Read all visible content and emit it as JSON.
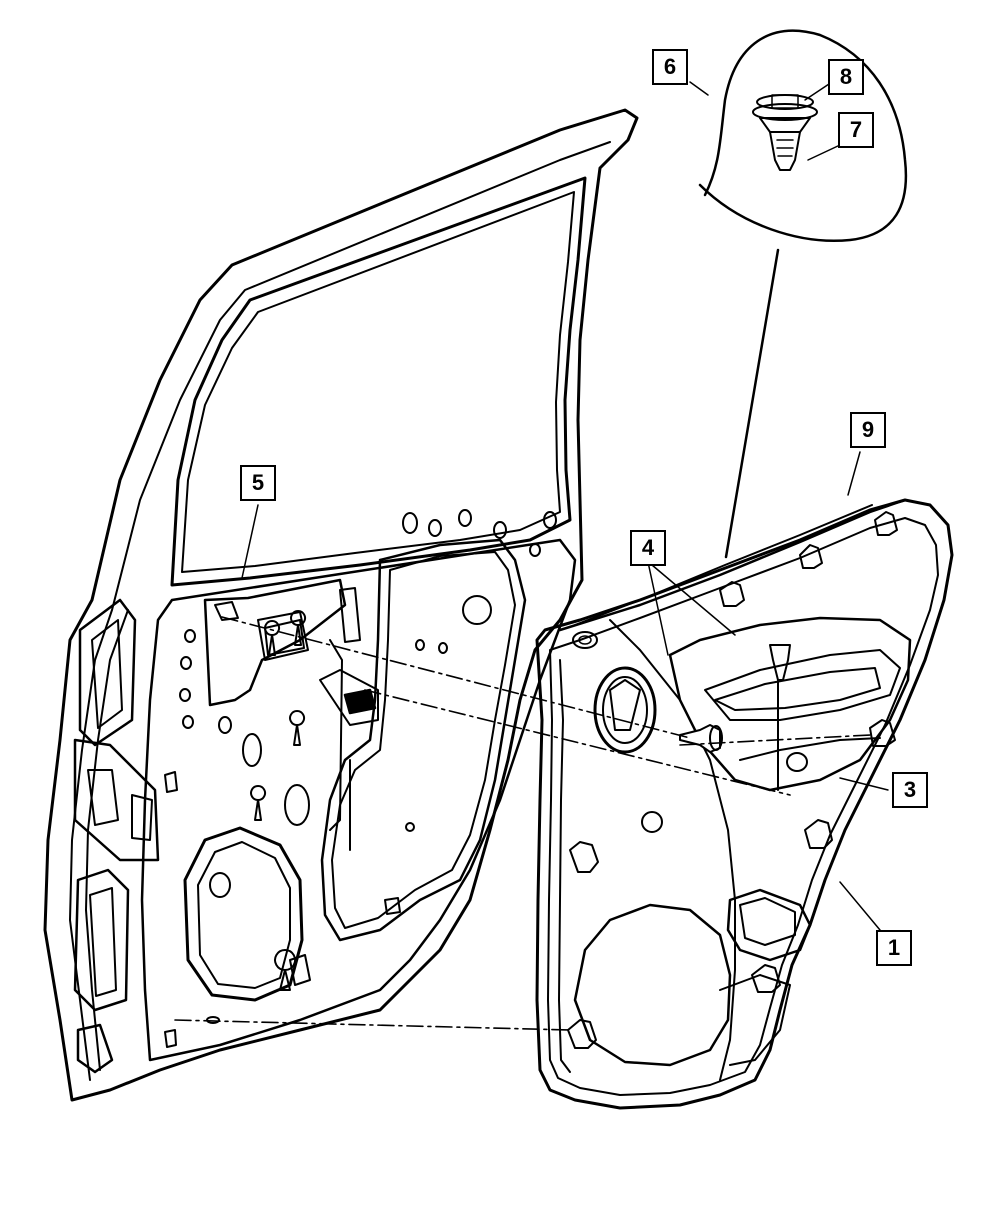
{
  "diagram": {
    "callouts": [
      {
        "id": "1",
        "label": "1"
      },
      {
        "id": "3",
        "label": "3"
      },
      {
        "id": "4",
        "label": "4"
      },
      {
        "id": "5",
        "label": "5"
      },
      {
        "id": "6",
        "label": "6"
      },
      {
        "id": "7",
        "label": "7"
      },
      {
        "id": "8",
        "label": "8"
      },
      {
        "id": "9",
        "label": "9"
      }
    ],
    "colors": {
      "line": "#000000",
      "background": "#ffffff"
    }
  }
}
